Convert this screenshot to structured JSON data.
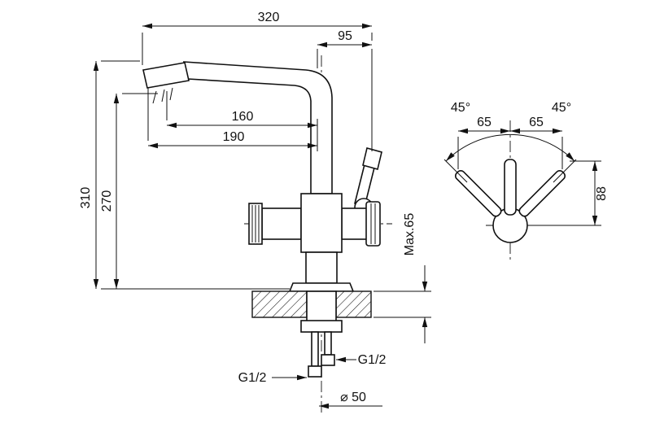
{
  "figure": {
    "side_view": {
      "overall_width": "320",
      "handle_offset": "95",
      "spout_reach_inner": "160",
      "spout_reach_outer": "190",
      "overall_height": "310",
      "spout_height": "270",
      "max_mount_thickness": "Max.65",
      "thread_left": "G1/2",
      "thread_right": "G1/2",
      "base_diameter": "⌀ 50"
    },
    "top_view": {
      "angle_left": "45°",
      "angle_right": "45°",
      "offset_left": "65",
      "offset_right": "65",
      "handle_height": "88"
    }
  }
}
